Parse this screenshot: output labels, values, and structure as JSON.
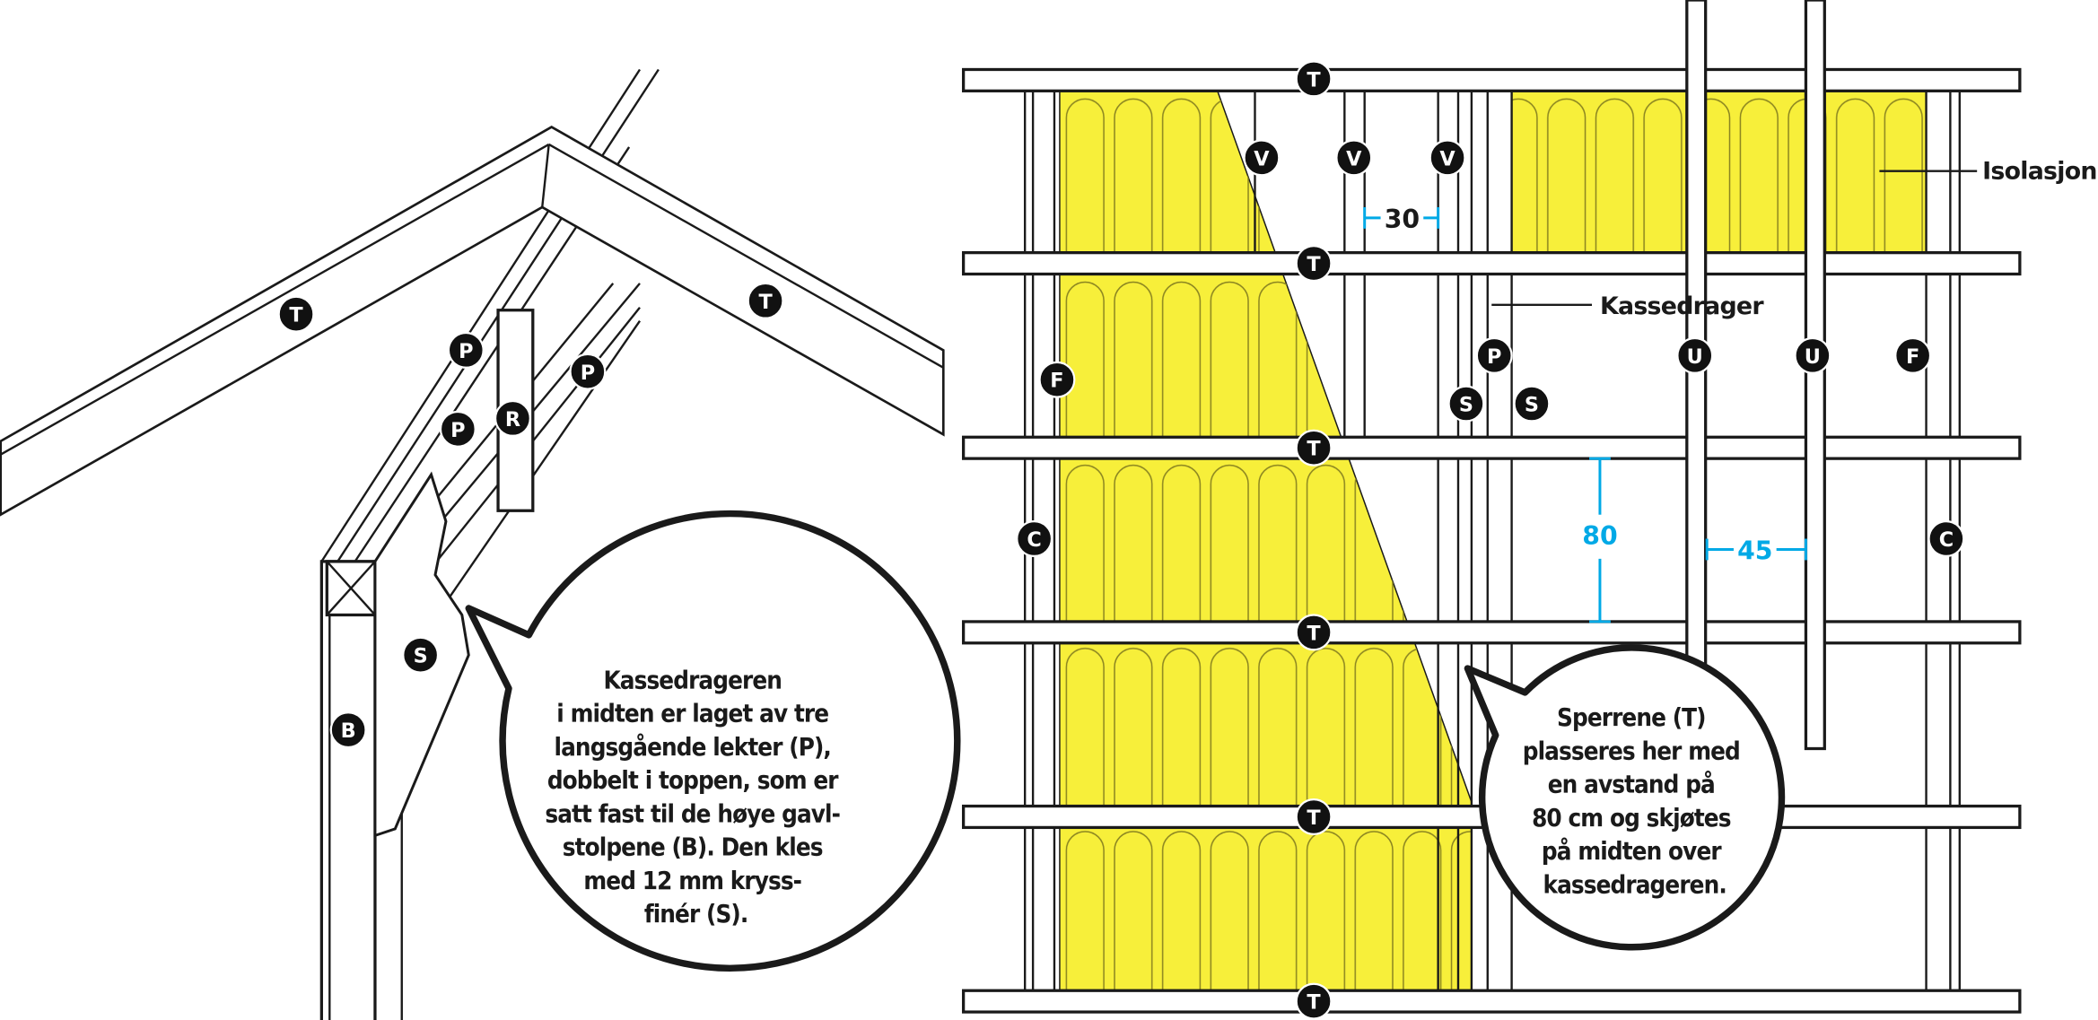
{
  "colors": {
    "insulation": "#f7ef3a",
    "dimension": "#00a9e6",
    "ink": "#1a1a1a"
  },
  "left_panel": {
    "markers": [
      "T",
      "T",
      "P",
      "P",
      "P",
      "R",
      "S",
      "B"
    ],
    "bubble_lines": [
      "Kassedrageren",
      "i midten er laget av tre",
      "langsgående lekter (P),",
      "dobbelt i toppen, som er",
      "satt fast til de høye gavl-",
      "stolpene (B). Den kles",
      "med 12 mm kryss-",
      "finér (S)."
    ]
  },
  "right_panel": {
    "markers": [
      "T",
      "T",
      "T",
      "T",
      "T",
      "T",
      "V",
      "V",
      "V",
      "F",
      "F",
      "P",
      "S",
      "S",
      "U",
      "U",
      "C",
      "C"
    ],
    "dimensions": [
      "30",
      "80",
      "45"
    ],
    "callouts": {
      "insulation": "Isolasjon",
      "box_beam": "Kassedrager"
    },
    "bubble_lines": [
      "Sperrene (T)",
      "plasseres her med",
      "en avstand på",
      "80 cm og skjøtes",
      "på midten over",
      "kassedrageren."
    ]
  }
}
